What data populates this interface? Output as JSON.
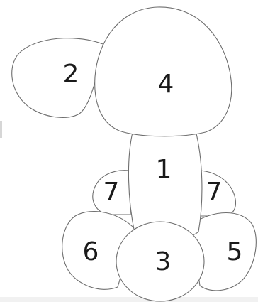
{
  "diagram": {
    "labels": {
      "piece_1": "1",
      "piece_2": "2",
      "piece_3": "3",
      "piece_4": "4",
      "piece_5": "5",
      "piece_6": "6",
      "piece_7_left": "7",
      "piece_7_right": "7"
    }
  }
}
